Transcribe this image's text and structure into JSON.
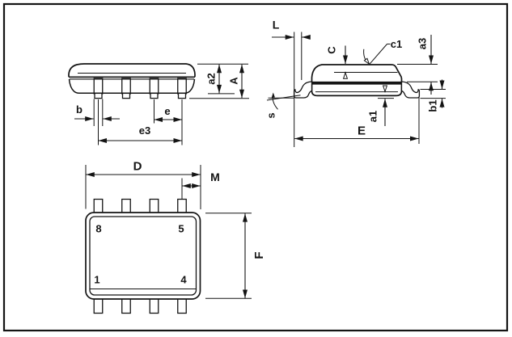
{
  "drawing": {
    "kind": "IC package mechanical outline, 3 views",
    "background": "#ffffff",
    "line_color": "#141414"
  },
  "side_view": {
    "dims": {
      "b": "b",
      "e": "e",
      "e3": "e3",
      "a2": "a2",
      "A": "A"
    }
  },
  "end_view": {
    "dims": {
      "L": "L",
      "C": "C",
      "c1": "c1",
      "a3": "a3",
      "s": "s",
      "a1": "a1",
      "b1": "b1",
      "E": "E"
    }
  },
  "top_view": {
    "dims": {
      "D": "D",
      "M": "M",
      "F": "F"
    },
    "pins": {
      "p8": "8",
      "p5": "5",
      "p1": "1",
      "p4": "4"
    }
  }
}
